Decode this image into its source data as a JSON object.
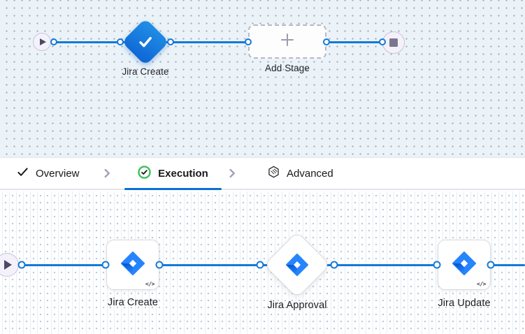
{
  "colors": {
    "accent_blue": "#1379D8",
    "tab_underline": "#0A6FD3",
    "success_green": "#3CC05C",
    "jira_blue": "#2684FF",
    "jira_gradient_dark": "#0052CC",
    "stage_gradient_top": "#2391E6",
    "stage_gradient_bottom": "#0C64D4",
    "canvas_top_bg": "#EBF3F8"
  },
  "top_pipeline": {
    "start_node": "play",
    "stage": {
      "label": "Jira Create",
      "icon": "check-icon"
    },
    "add_stage": {
      "label": "Add Stage",
      "icon": "plus-icon"
    },
    "end_node": "stop"
  },
  "tab_bar": {
    "tabs": [
      {
        "label": "Overview",
        "icon": "check-icon",
        "active": false
      },
      {
        "label": "Execution",
        "icon": "check-circle-icon",
        "active": true
      },
      {
        "label": "Advanced",
        "icon": "hexagon-icon",
        "active": false
      }
    ]
  },
  "bottom_pipeline": {
    "steps": [
      {
        "label": "Jira Create",
        "shape": "card",
        "icon": "jira-icon",
        "badge": "</>"
      },
      {
        "label": "Jira Approval",
        "shape": "diamond",
        "icon": "jira-icon"
      },
      {
        "label": "Jira Update",
        "shape": "card",
        "icon": "jira-icon",
        "badge": "</>"
      }
    ]
  }
}
